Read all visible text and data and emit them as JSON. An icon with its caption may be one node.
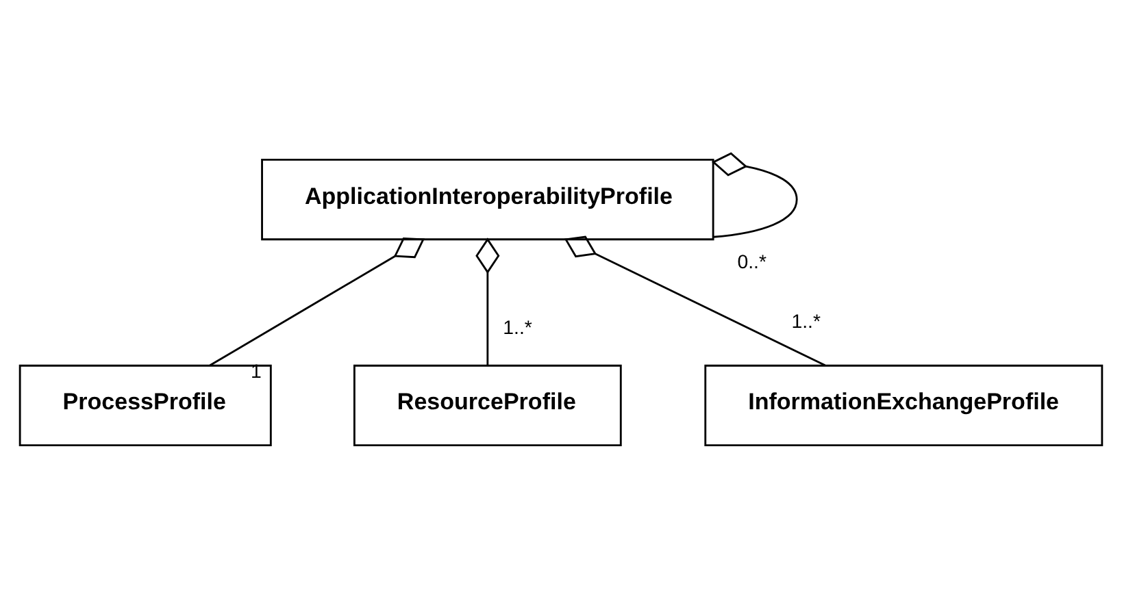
{
  "diagram": {
    "nodes": [
      {
        "text": [
          "ApplicationInteroperabilityProfile"
        ]
      },
      {
        "text": [
          "ProcessProfile"
        ]
      },
      {
        "text": [
          "ResourceProfile"
        ]
      },
      {
        "text": [
          "InformationExchangeProfile"
        ]
      }
    ],
    "edges": [
      {
        "from": 0,
        "to": 0,
        "arrow": "other",
        "label": "0..*"
      },
      {
        "from": 0,
        "to": 1,
        "arrow": "other",
        "label": "1"
      },
      {
        "from": 0,
        "to": 2,
        "arrow": "other",
        "label": "1..*"
      },
      {
        "from": 0,
        "to": 3,
        "arrow": "other",
        "label": "1..*"
      }
    ]
  }
}
